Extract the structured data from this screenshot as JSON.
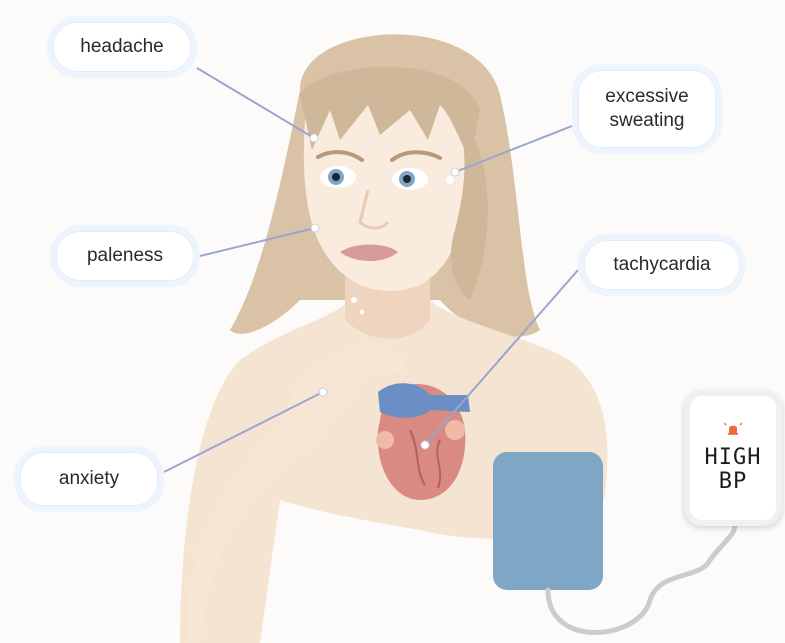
{
  "labels": {
    "headache": "headache",
    "sweating_line1": "excessive",
    "sweating_line2": "sweating",
    "paleness": "paleness",
    "tachycardia": "tachycardia",
    "anxiety": "anxiety"
  },
  "monitor": {
    "alarm_icon": "bell-alarm-icon",
    "line1": "HIGH",
    "line2": "BP"
  },
  "colors": {
    "hair": "#d9c2a5",
    "skin": "#f6e4d2",
    "heart": "#d98a82",
    "vessels": "#6b8fc4",
    "cuff": "#7fa6c4",
    "leader_line": "#9aa6cf",
    "label_border": "#eef4fb",
    "alarm": "#ef6b3a"
  }
}
